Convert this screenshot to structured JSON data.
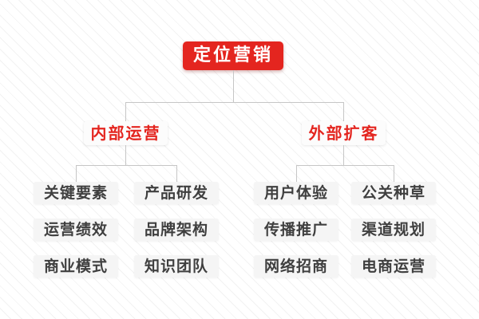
{
  "root": {
    "label": "定位营销"
  },
  "branches": [
    {
      "label": "内部运营",
      "leaves": [
        [
          "关键要素",
          "产品研发"
        ],
        [
          "运营绩效",
          "品牌架构"
        ],
        [
          "商业模式",
          "知识团队"
        ]
      ]
    },
    {
      "label": "外部扩客",
      "leaves": [
        [
          "用户体验",
          "公关种草"
        ],
        [
          "传播推广",
          "渠道规划"
        ],
        [
          "网络招商",
          "电商运营"
        ]
      ]
    }
  ],
  "colors": {
    "accent_red": "#e4251f",
    "leaf_text": "#3f3f3f",
    "leaf_background": "#f5f5f5",
    "branch_background": "#fcfcfc",
    "connector_line": "#c6c6c6",
    "background_stripe": "#f2f2f2"
  }
}
